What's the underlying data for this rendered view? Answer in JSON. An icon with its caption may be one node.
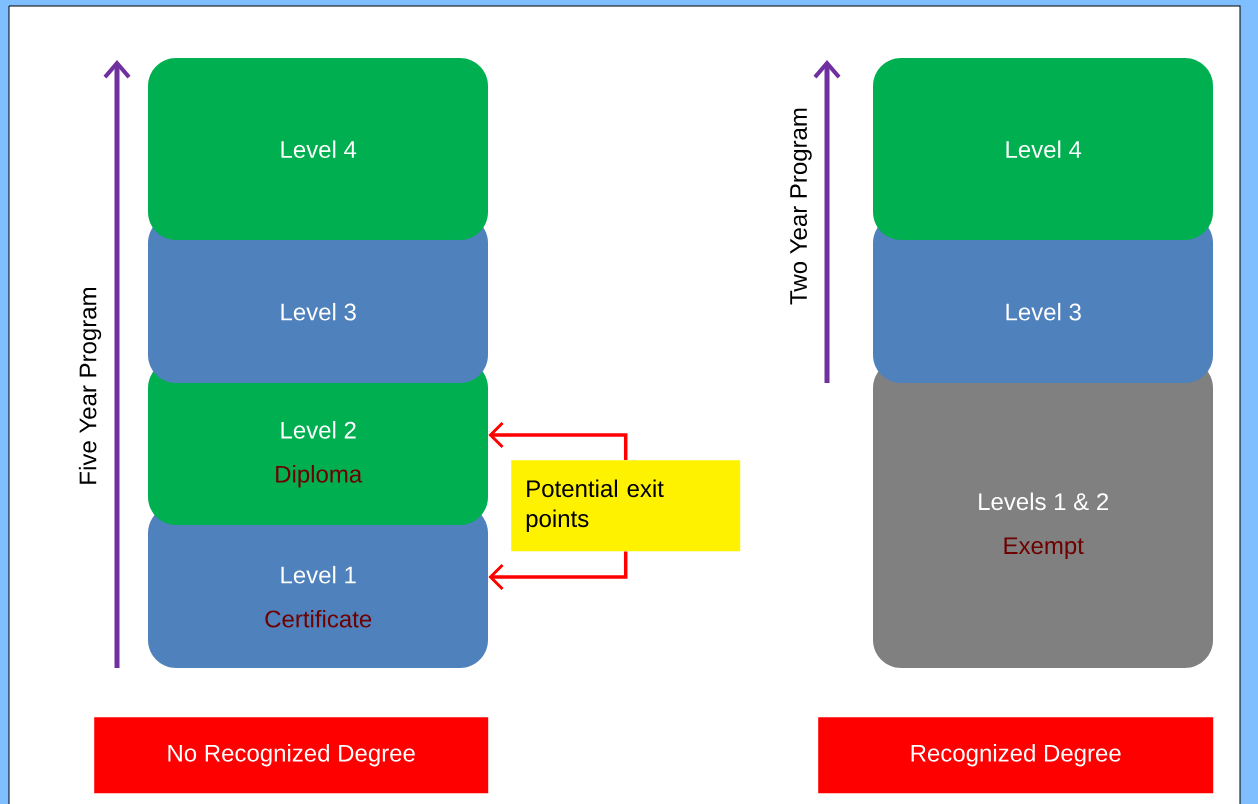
{
  "diagram": {
    "nodes": [
      {
        "text": [
          "Level 4"
        ]
      },
      {
        "text": [
          "Level 3"
        ]
      },
      {
        "text": [
          "Level 2",
          "Diploma"
        ]
      },
      {
        "text": [
          "Level 1",
          "Certificate"
        ]
      },
      {
        "text": [
          "Potential exit points"
        ]
      },
      {
        "text": [
          "No Recognized Degree"
        ]
      },
      {
        "text": [
          "Level 4"
        ]
      },
      {
        "text": [
          "Level 3"
        ]
      },
      {
        "text": [
          "Levels 1 & 2",
          "Exempt"
        ]
      },
      {
        "text": [
          "Recognized Degree"
        ]
      }
    ],
    "edges": [
      {
        "from": 4,
        "to": 2,
        "arrow": "to"
      },
      {
        "from": 4,
        "to": 3,
        "arrow": "to"
      }
    ],
    "labels": [
      "Five Year Program",
      "Two Year Program"
    ]
  }
}
